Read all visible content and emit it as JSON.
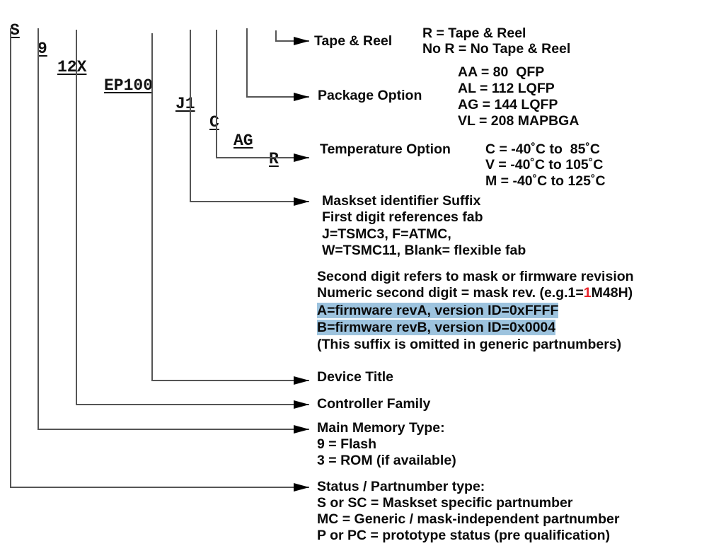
{
  "part_number": {
    "segments": [
      "S",
      "9",
      "12X",
      "EP100",
      "J1",
      "C",
      "AG",
      "R"
    ]
  },
  "fields": {
    "tape_reel": {
      "label": "Tape & Reel",
      "options": [
        "R = Tape & Reel",
        "No R = No Tape & Reel"
      ]
    },
    "package": {
      "label": "Package Option",
      "options": [
        "AA = 80  QFP",
        "AL = 112 LQFP",
        "AG = 144 LQFP",
        "VL = 208 MAPBGA"
      ]
    },
    "temperature": {
      "label": "Temperature Option",
      "options": [
        "C = -40˚C to  85˚C",
        "V = -40˚C to 105˚C",
        "M = -40˚C to 125˚C"
      ]
    },
    "maskset": {
      "label": "Maskset identifier Suffix",
      "lines": [
        "First digit references fab",
        "J=TSMC3, F=ATMC,",
        "W=TSMC11, Blank= flexible fab"
      ],
      "second_digit_title": "Second digit refers to mask or firmware revision",
      "numeric_line_prefix": "Numeric second digit = mask rev. (e.g.1=",
      "numeric_line_highlight": "1",
      "numeric_line_suffix": "M48H)",
      "firmware_lines": [
        "A=firmware revA, version ID=0xFFFF",
        "B=firmware revB, version ID=0x0004"
      ],
      "note": "(This suffix is omitted in generic partnumbers)"
    },
    "device_title": {
      "label": "Device Title"
    },
    "controller_family": {
      "label": "Controller Family"
    },
    "memory_type": {
      "label": "Main Memory Type:",
      "options": [
        "9 = Flash",
        "3 = ROM (if available)"
      ]
    },
    "status": {
      "label": "Status / Partnumber type:",
      "options": [
        "S or SC = Maskset specific partnumber",
        "MC = Generic / mask-independent partnumber",
        "P or PC = prototype status (pre qualification)"
      ]
    }
  },
  "colors": {
    "highlight": "#9dc3de",
    "accent_red": "#e8242a",
    "line": "#555555"
  }
}
